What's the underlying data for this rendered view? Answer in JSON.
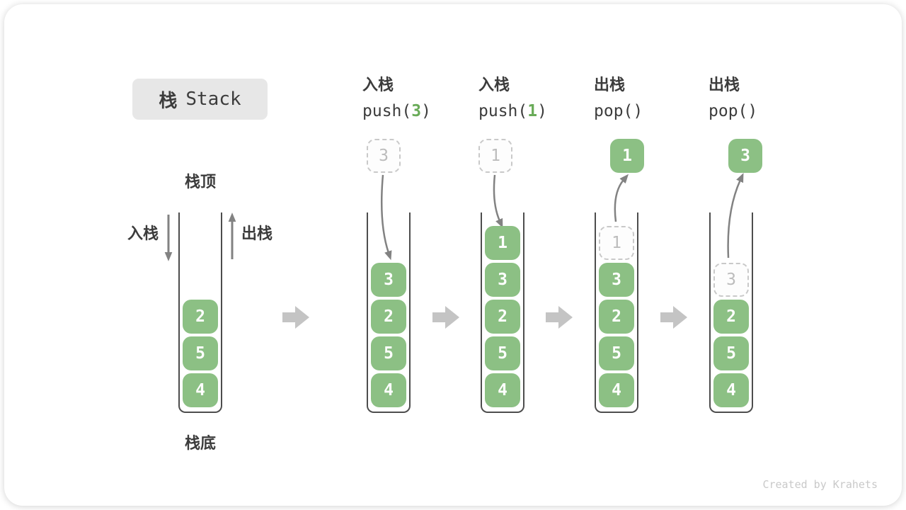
{
  "title": {
    "zh": "栈",
    "en": "Stack"
  },
  "side_labels": {
    "top": "栈顶",
    "bottom": "栈底",
    "push": "入栈",
    "pop": "出栈"
  },
  "columns": [
    {
      "kanji": "入栈",
      "code_before": "push(",
      "code_arg": "3",
      "code_after": ")"
    },
    {
      "kanji": "入栈",
      "code_before": "push(",
      "code_arg": "1",
      "code_after": ")"
    },
    {
      "kanji": "出栈",
      "code_before": "pop()",
      "code_arg": "",
      "code_after": ""
    },
    {
      "kanji": "出栈",
      "code_before": "pop()",
      "code_arg": "",
      "code_after": ""
    }
  ],
  "floats": [
    {
      "value": "3",
      "style": "ghost"
    },
    {
      "value": "1",
      "style": "ghost"
    },
    {
      "value": "1",
      "style": "solid"
    },
    {
      "value": "3",
      "style": "solid"
    }
  ],
  "stacks": [
    {
      "name": "initial",
      "items": [
        "2",
        "5",
        "4"
      ]
    },
    {
      "name": "after-push-3",
      "items": [
        "3",
        "2",
        "5",
        "4"
      ]
    },
    {
      "name": "after-push-1",
      "items": [
        "1",
        "3",
        "2",
        "5",
        "4"
      ]
    },
    {
      "name": "after-pop-1",
      "items": [
        "1",
        "3",
        "2",
        "5",
        "4"
      ],
      "ghost_value": "1"
    },
    {
      "name": "after-pop-3",
      "items": [
        "3",
        "2",
        "5",
        "4"
      ],
      "ghost_value": "3"
    }
  ],
  "watermark": "Created by Krahets",
  "colors": {
    "green": "#8cc084",
    "arg": "#69ab58",
    "text": "#3c3c3c",
    "cell_text": "#ffffff",
    "ghost_border": "#c9c9c9",
    "ghost_text": "#bcbcbc",
    "ghost_bg": "#fdfdfd",
    "well_border": "#4d4d4d",
    "arrow": "#828282",
    "block_arrow": "#c4c4c4",
    "title_bg": "#e7e7e7",
    "watermark": "#c9c9c9"
  }
}
